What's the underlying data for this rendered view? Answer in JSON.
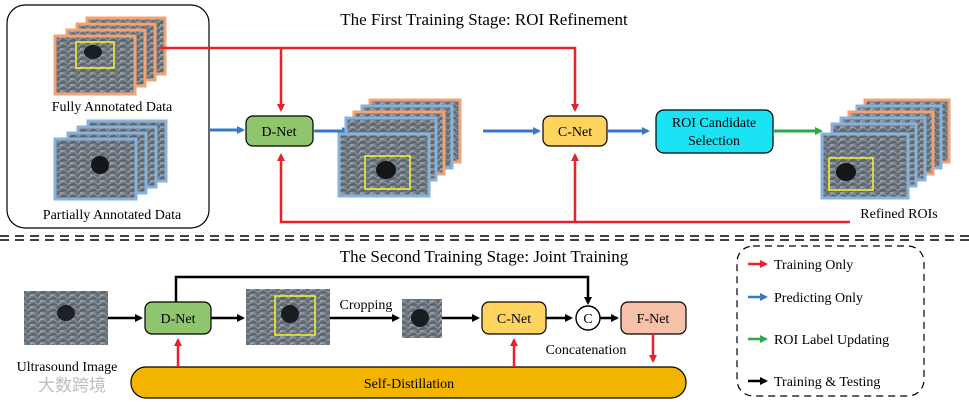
{
  "stage1": {
    "title": "The First Training Stage: ROI Refinement",
    "fully_label": "Fully Annotated Data",
    "partial_label": "Partially Annotated Data",
    "dnet": "D-Net",
    "cnet": "C-Net",
    "roi_candidate": [
      "ROI Candidate",
      "Selection"
    ],
    "refined_label": "Refined ROIs"
  },
  "stage2": {
    "title": "The Second Training Stage: Joint Training",
    "ultrasound_label": "Ultrasound Image",
    "dnet": "D-Net",
    "cropping_label": "Cropping",
    "cnet": "C-Net",
    "concat_symbol": "C",
    "concat_label": "Concatenation",
    "fnet": "F-Net",
    "self_distillation": "Self-Distillation"
  },
  "legend": [
    {
      "label": "Training Only",
      "color": "#e8222a"
    },
    {
      "label": "Predicting Only",
      "color": "#3b78c3"
    },
    {
      "label": "ROI Label Updating",
      "color": "#2aa84a"
    },
    {
      "label": "Training & Testing",
      "color": "#000000"
    }
  ],
  "colors": {
    "red": "#e8222a",
    "blue": "#3b78c3",
    "green": "#2aa84a",
    "dnet_fill": "#8fc56c",
    "cnet_fill": "#ffd45e",
    "roi_fill": "#19e3f4",
    "fnet_fill": "#f6c1a8",
    "sd_fill": "#f3b400",
    "orange_border": "#f0a377",
    "blue_border": "#86b2dd"
  },
  "watermark": "大数跨境"
}
